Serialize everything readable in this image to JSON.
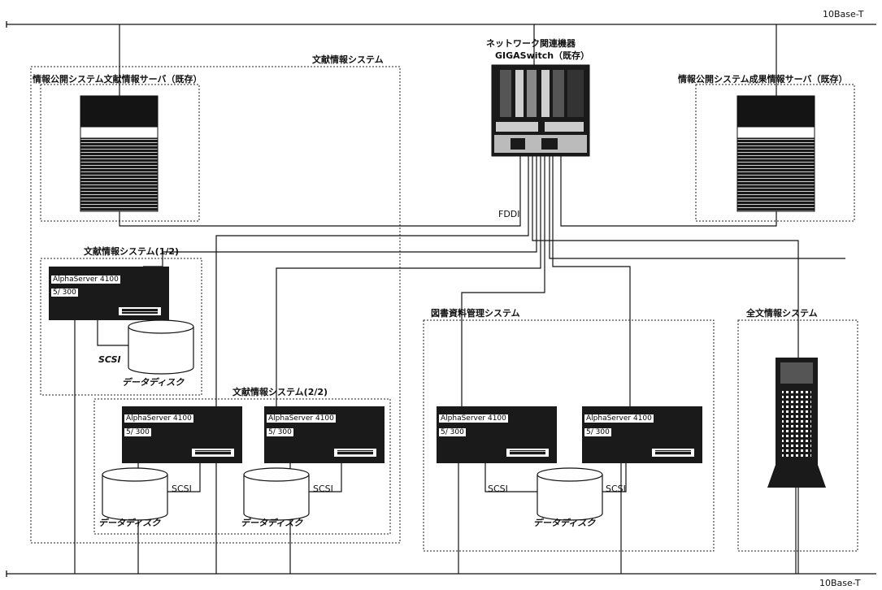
{
  "network": {
    "top_bus_label": "10Base-T",
    "bottom_bus_label": "10Base-T",
    "fddi_label": "FDDI"
  },
  "switch": {
    "category": "ネットワーク関連機器",
    "name": "GIGASwitch（既存）"
  },
  "groups": {
    "bunken_system": "文献情報システム",
    "bunken_server": "情報公開システム文献情報サーバ（既存）",
    "seika_server": "情報公開システム成果情報サーバ（既存）",
    "bunken_1": "文献情報システム(1/2)",
    "bunken_2": "文献情報システム(2/2)",
    "tosho_system": "図書資料管理システム",
    "zenbun_system": "全文情報システム"
  },
  "servers": {
    "model": "AlphaServer 4100",
    "sub": "5/ 300"
  },
  "labels": {
    "scsi": "SCSI",
    "disk": "データディスク"
  },
  "colors": {
    "line": "#111111",
    "rack": "#1a1a1a",
    "background": "#ffffff"
  }
}
